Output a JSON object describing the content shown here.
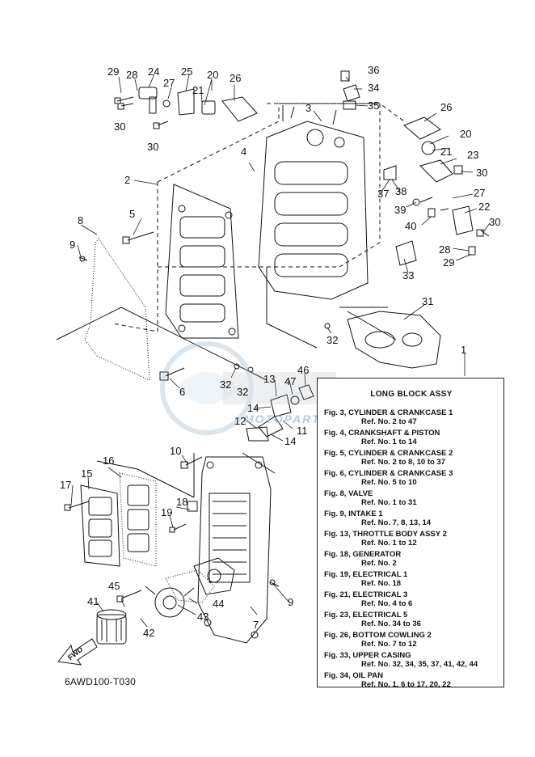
{
  "callouts": {
    "n1": "1",
    "n2": "2",
    "n3": "3",
    "n4": "4",
    "n5": "5",
    "n6": "6",
    "n7": "7",
    "n8": "8",
    "n9": "9",
    "n10": "10",
    "n11": "11",
    "n12": "12",
    "n13": "13",
    "n14": "14",
    "n15": "15",
    "n16": "16",
    "n17": "17",
    "n18": "18",
    "n19": "19",
    "n20": "20",
    "n21": "21",
    "n22": "22",
    "n23": "23",
    "n24": "24",
    "n25": "25",
    "n26": "26",
    "n27": "27",
    "n28": "28",
    "n29": "29",
    "n30": "30",
    "n31": "31",
    "n32": "32",
    "n33": "33",
    "n34": "34",
    "n35": "35",
    "n36": "36",
    "n37": "37",
    "n38": "38",
    "n39": "39",
    "n40": "40",
    "n41": "41",
    "n42": "42",
    "n43": "43",
    "n44": "44",
    "n45": "45",
    "n46": "46",
    "n47": "47"
  },
  "reference_box": {
    "title": "LONG BLOCK ASSY",
    "items": [
      {
        "fig": "Fig. 3, CYLINDER & CRANKCASE 1",
        "refs": "Ref. No. 2 to 47"
      },
      {
        "fig": "Fig. 4, CRANKSHAFT & PISTON",
        "refs": "Ref. No. 1 to 14"
      },
      {
        "fig": "Fig. 5, CYLINDER & CRANKCASE 2",
        "refs": "Ref. No. 2 to 8, 10 to 37"
      },
      {
        "fig": "Fig. 6, CYLINDER & CRANKCASE 3",
        "refs": "Ref. No. 5 to 10"
      },
      {
        "fig": "Fig. 8, VALVE",
        "refs": "Ref. No. 1 to 31"
      },
      {
        "fig": "Fig. 9, INTAKE 1",
        "refs": "Ref. No. 7, 8, 13, 14"
      },
      {
        "fig": "Fig. 13, THROTTLE BODY ASSY 2",
        "refs": "Ref. No. 1 to 12"
      },
      {
        "fig": "Fig. 18, GENERATOR",
        "refs": "Ref. No. 2"
      },
      {
        "fig": "Fig. 19, ELECTRICAL 1",
        "refs": "Ref. No. 18"
      },
      {
        "fig": "Fig. 21, ELECTRICAL 3",
        "refs": "Ref. No. 4 to 6"
      },
      {
        "fig": "Fig. 23, ELECTRICAL 5",
        "refs": "Ref. No. 34 to 36"
      },
      {
        "fig": "Fig. 26, BOTTOM COWLING 2",
        "refs": "Ref. No. 7 to 12"
      },
      {
        "fig": "Fig. 33, UPPER CASING",
        "refs": "Ref. No. 32, 34, 35, 37, 41, 42, 44"
      },
      {
        "fig": "Fig. 34, OIL PAN",
        "refs": "Ref. No. 1, 6 to 17, 20, 22"
      }
    ]
  },
  "fwd_label": "FWD",
  "catalog_code": "6AWD100-T030",
  "watermark_text": "MOTOPARTS",
  "colors": {
    "ink": "#111111",
    "watermark": "#9bb7cf",
    "background": "#ffffff"
  }
}
